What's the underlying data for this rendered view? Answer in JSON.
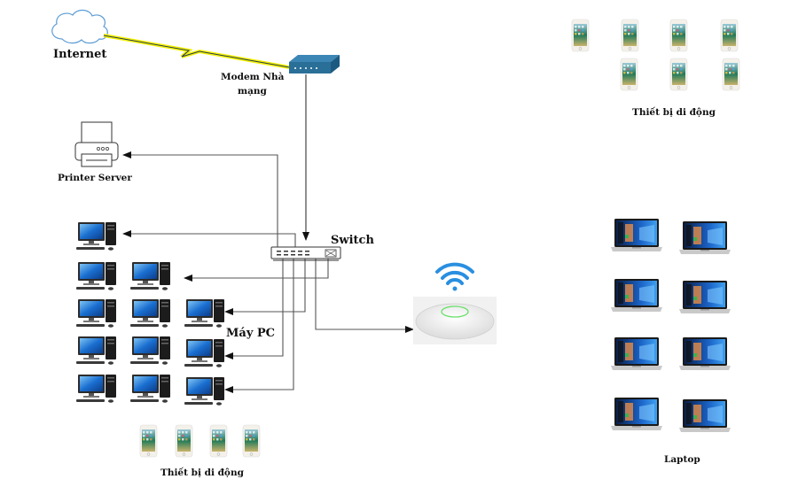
{
  "diagram": {
    "title": "",
    "colors": {
      "line": "#555555",
      "arrow": "#111111",
      "lightning": "#f5f000",
      "modem": "#2a6f97",
      "cloud_stroke": "#5b9bd5",
      "wifi": "#2a8fe0",
      "ap_led": "#6be06b"
    },
    "nodes": {
      "internet": {
        "label": "Internet",
        "icon": "cloud-icon"
      },
      "modem": {
        "label_line1": "Modem Nhà",
        "label_line2": "mạng",
        "icon": "modem-icon"
      },
      "printer": {
        "label": "Printer Server",
        "icon": "printer-icon"
      },
      "switch": {
        "label": "Switch",
        "icon": "switch-icon"
      },
      "pcs": {
        "label": "Máy PC",
        "icon": "desktop-pc-icon",
        "rows": [
          1,
          2,
          3,
          3,
          3
        ]
      },
      "access_point": {
        "label": "",
        "icon": "wireless-access-point-icon"
      },
      "mobile_left": {
        "label": "Thiết bị di động",
        "icon": "smartphone-icon",
        "count": 4
      },
      "mobile_right": {
        "label": "Thiết bị di động",
        "icon": "smartphone-icon",
        "count": 7
      },
      "laptops": {
        "label": "Laptop",
        "icon": "laptop-icon",
        "count": 8
      }
    },
    "connections": [
      {
        "from": "internet",
        "to": "modem",
        "type": "wan-lightning"
      },
      {
        "from": "modem",
        "to": "switch",
        "type": "arrow"
      },
      {
        "from": "switch",
        "to": "printer",
        "type": "arrow"
      },
      {
        "from": "switch",
        "to": "pc-row-1",
        "type": "arrow"
      },
      {
        "from": "switch",
        "to": "pc-row-2",
        "type": "arrow"
      },
      {
        "from": "switch",
        "to": "pc-row-3",
        "type": "arrow"
      },
      {
        "from": "switch",
        "to": "pc-row-4",
        "type": "arrow"
      },
      {
        "from": "switch",
        "to": "pc-row-5",
        "type": "arrow"
      },
      {
        "from": "switch",
        "to": "access_point",
        "type": "arrow"
      }
    ]
  }
}
